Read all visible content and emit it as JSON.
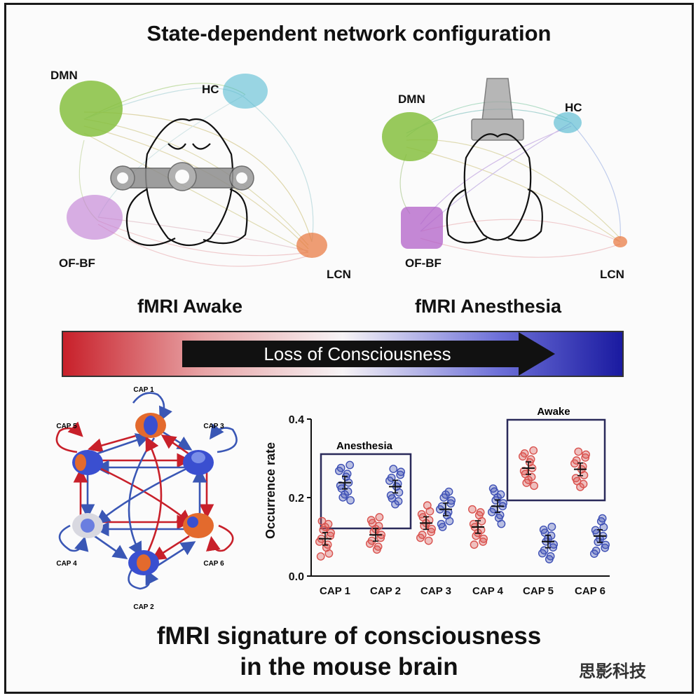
{
  "title": "State-dependent network configuration",
  "awake_panel": {
    "caption": "fMRI Awake",
    "labels": {
      "dmn": "DMN",
      "hc": "HC",
      "ofbf": "OF-BF",
      "lcn": "LCN"
    }
  },
  "anesthesia_panel": {
    "caption": "fMRI Anesthesia",
    "labels": {
      "dmn": "DMN",
      "hc": "HC",
      "ofbf": "OF-BF",
      "lcn": "LCN"
    }
  },
  "arrow_label": "Loss of Consciousness",
  "cap_diagram": {
    "labels": [
      "CAP 1",
      "CAP 2",
      "CAP 3",
      "CAP 4",
      "CAP 5",
      "CAP 6"
    ]
  },
  "chart_data": {
    "type": "scatter",
    "ylabel": "Occurrence rate",
    "ylim": [
      0,
      0.4
    ],
    "yticks": [
      "0.0",
      "0.2",
      "0.4"
    ],
    "categories": [
      "CAP 1",
      "CAP 2",
      "CAP 3",
      "CAP 4",
      "CAP 5",
      "CAP 6"
    ],
    "boxes": [
      "Anesthesia",
      "Awake"
    ],
    "series": [
      {
        "color": "#d9534f",
        "means": [
          0.095,
          0.105,
          0.135,
          0.125,
          0.275,
          0.272
        ]
      },
      {
        "color": "#3f51b5",
        "means": [
          0.238,
          0.228,
          0.17,
          0.178,
          0.088,
          0.102
        ]
      }
    ]
  },
  "colors": {
    "dmn": "#7fb53a",
    "hc": "#49b6cf",
    "ofbf": "#b260c8",
    "lcn": "#e8753a",
    "awake": "#c8202a",
    "anesthesia": "#1a1aa0"
  },
  "bottom_title": [
    "fMRI signature of consciousness",
    "in the mouse brain"
  ],
  "watermark": "思影科技"
}
